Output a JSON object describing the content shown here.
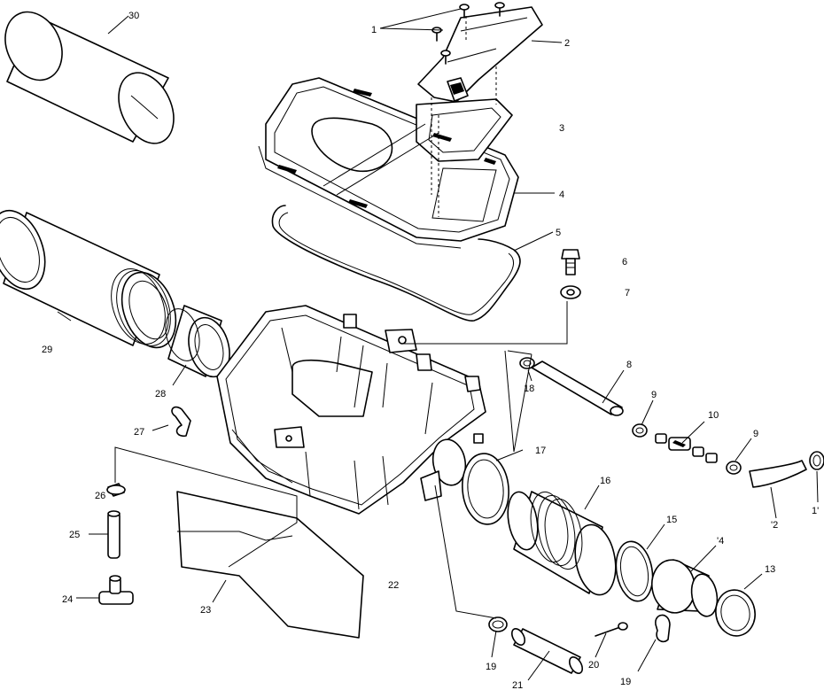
{
  "diagram": {
    "callouts": [
      {
        "id": "c1",
        "label": "1"
      },
      {
        "id": "c2",
        "label": "2"
      },
      {
        "id": "c3",
        "label": "3"
      },
      {
        "id": "c4",
        "label": "4"
      },
      {
        "id": "c5",
        "label": "5"
      },
      {
        "id": "c6",
        "label": "6"
      },
      {
        "id": "c7",
        "label": "7"
      },
      {
        "id": "c8",
        "label": "8"
      },
      {
        "id": "c9a",
        "label": "9"
      },
      {
        "id": "c9b",
        "label": "9"
      },
      {
        "id": "c10",
        "label": "10"
      },
      {
        "id": "c11",
        "label": "1'"
      },
      {
        "id": "c12",
        "label": "'2"
      },
      {
        "id": "c13",
        "label": "13"
      },
      {
        "id": "c14",
        "label": "'4"
      },
      {
        "id": "c15",
        "label": "15"
      },
      {
        "id": "c16",
        "label": "16"
      },
      {
        "id": "c17",
        "label": "17"
      },
      {
        "id": "c18",
        "label": "18"
      },
      {
        "id": "c19a",
        "label": "19"
      },
      {
        "id": "c19b",
        "label": "19"
      },
      {
        "id": "c20",
        "label": "20"
      },
      {
        "id": "c21",
        "label": "21"
      },
      {
        "id": "c22",
        "label": "22"
      },
      {
        "id": "c23",
        "label": "23"
      },
      {
        "id": "c24",
        "label": "24"
      },
      {
        "id": "c25",
        "label": "25"
      },
      {
        "id": "c26",
        "label": "26"
      },
      {
        "id": "c27",
        "label": "27"
      },
      {
        "id": "c28",
        "label": "28"
      },
      {
        "id": "c29",
        "label": "29"
      },
      {
        "id": "c30",
        "label": "30"
      }
    ]
  }
}
